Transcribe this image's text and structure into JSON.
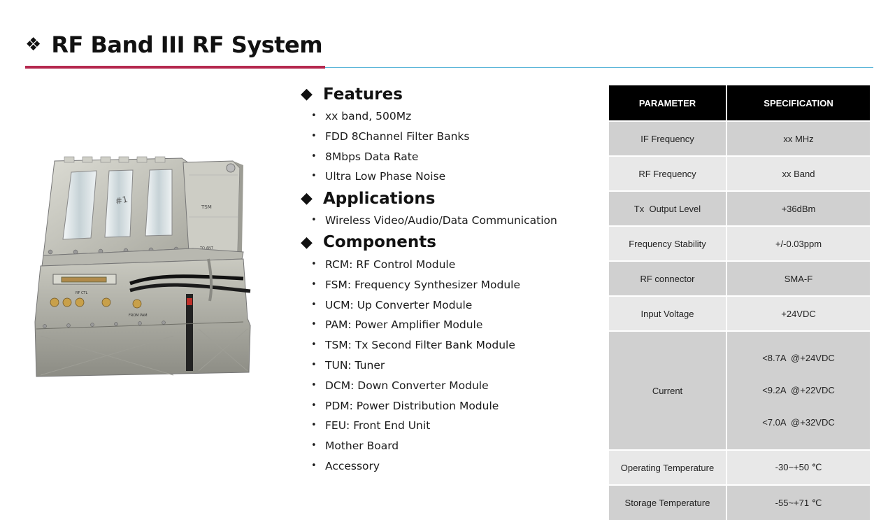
{
  "header": {
    "glyph": "❖",
    "title": "RF Band III RF System"
  },
  "sections": [
    {
      "glyph": "◆",
      "title": "Features",
      "items": [
        "xx band, 500Mz",
        "FDD 8Channel Filter Banks",
        "8Mbps Data Rate",
        "Ultra Low Phase Noise"
      ]
    },
    {
      "glyph": "◆",
      "title": "Applications",
      "items": [
        "Wireless Video/Audio/Data Communication"
      ]
    },
    {
      "glyph": "◆",
      "title": "Components",
      "items": [
        "RCM: RF Control Module",
        "FSM: Frequency Synthesizer Module",
        "UCM: Up Converter Module",
        "PAM: Power Amplifier Module",
        "TSM: Tx Second Filter Bank Module",
        "TUN: Tuner",
        "DCM: Down Converter Module",
        "PDM: Power Distribution Module",
        "FEU: Front End Unit",
        "Mother Board",
        "Accessory"
      ]
    }
  ],
  "bullet": "•",
  "photo_labels": {
    "module": "TSM",
    "ant": "TO ANT",
    "rf": "RF CTL",
    "pam": "FROM PAM",
    "note": "#1"
  },
  "table": {
    "headers": [
      "PARAMETER",
      "SPECIFICATION"
    ],
    "rows": [
      {
        "param": "IF Frequency",
        "spec": [
          "xx MHz"
        ]
      },
      {
        "param": "RF Frequency",
        "spec": [
          "xx Band"
        ]
      },
      {
        "param": "Tx  Output Level",
        "spec": [
          "+36dBm"
        ]
      },
      {
        "param": "Frequency Stability",
        "spec": [
          "+/-0.03ppm"
        ]
      },
      {
        "param": "RF connector",
        "spec": [
          "SMA-F"
        ]
      },
      {
        "param": "Input Voltage",
        "spec": [
          "+24VDC"
        ]
      },
      {
        "param": "Current",
        "spec": [
          "<8.7A  @+24VDC",
          "<9.2A  @+22VDC",
          "<7.0A  @+32VDC"
        ]
      },
      {
        "param": "Operating Temperature",
        "spec": [
          "-30~+50 ℃"
        ]
      },
      {
        "param": "Storage Temperature",
        "spec": [
          "-55~+71 ℃"
        ]
      }
    ]
  },
  "colors": {
    "accent_red": "#b5284f",
    "accent_blue": "#5bb6d9",
    "header_bg": "#000000"
  }
}
